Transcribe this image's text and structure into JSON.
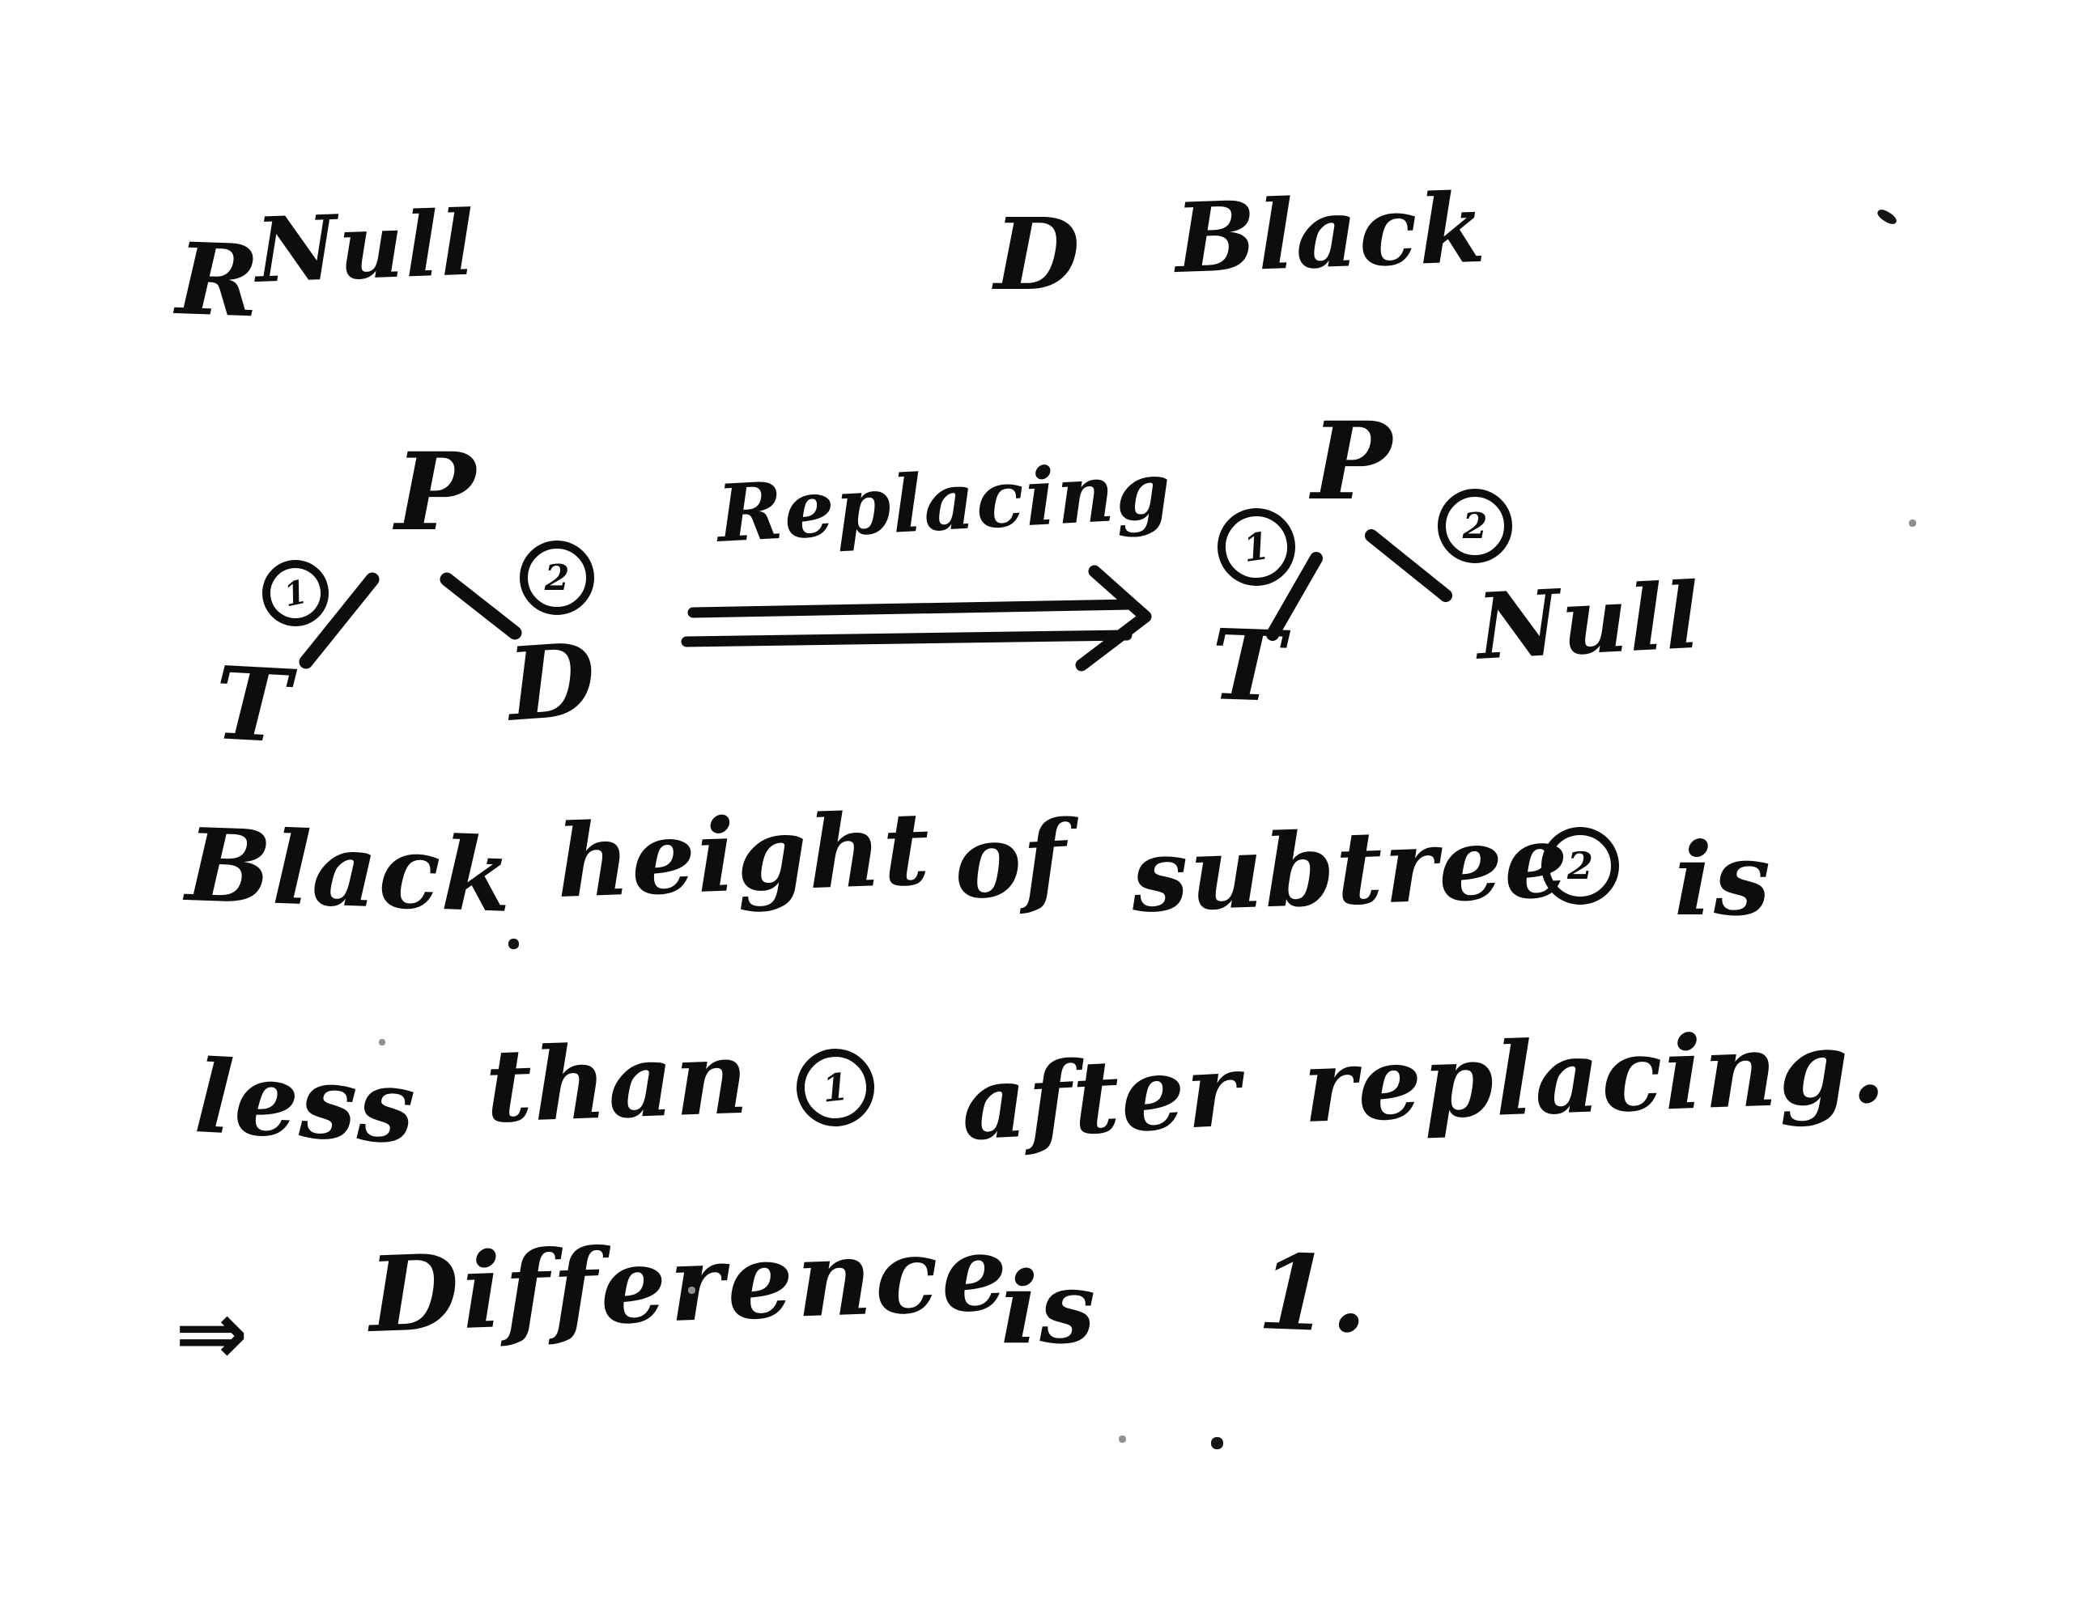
{
  "page": {
    "background_color": "#ffffff",
    "ink_color": "#0d0d0d"
  },
  "legend": {
    "left": {
      "symbol": "R",
      "value": "Null"
    },
    "right": {
      "symbol": "D",
      "value": "Black"
    }
  },
  "tree_before": {
    "root": "P",
    "left_label": "1",
    "left_child": "T",
    "right_label": "2",
    "right_child": "D"
  },
  "transformation": {
    "label": "Replacing"
  },
  "tree_after": {
    "root": "P",
    "left_label": "1",
    "left_child": "T",
    "right_label": "2",
    "right_child": "Null"
  },
  "notes": {
    "line1": {
      "words": [
        "Black",
        "height",
        "of",
        "subtree"
      ],
      "circled": "2",
      "tail": "is"
    },
    "line2": {
      "words": [
        "less",
        "than"
      ],
      "circled": "1",
      "tail_words": [
        "after",
        "replacing."
      ]
    },
    "line3": {
      "implies_symbol": "⇒",
      "words": [
        "Difference",
        "is",
        "1."
      ]
    }
  }
}
